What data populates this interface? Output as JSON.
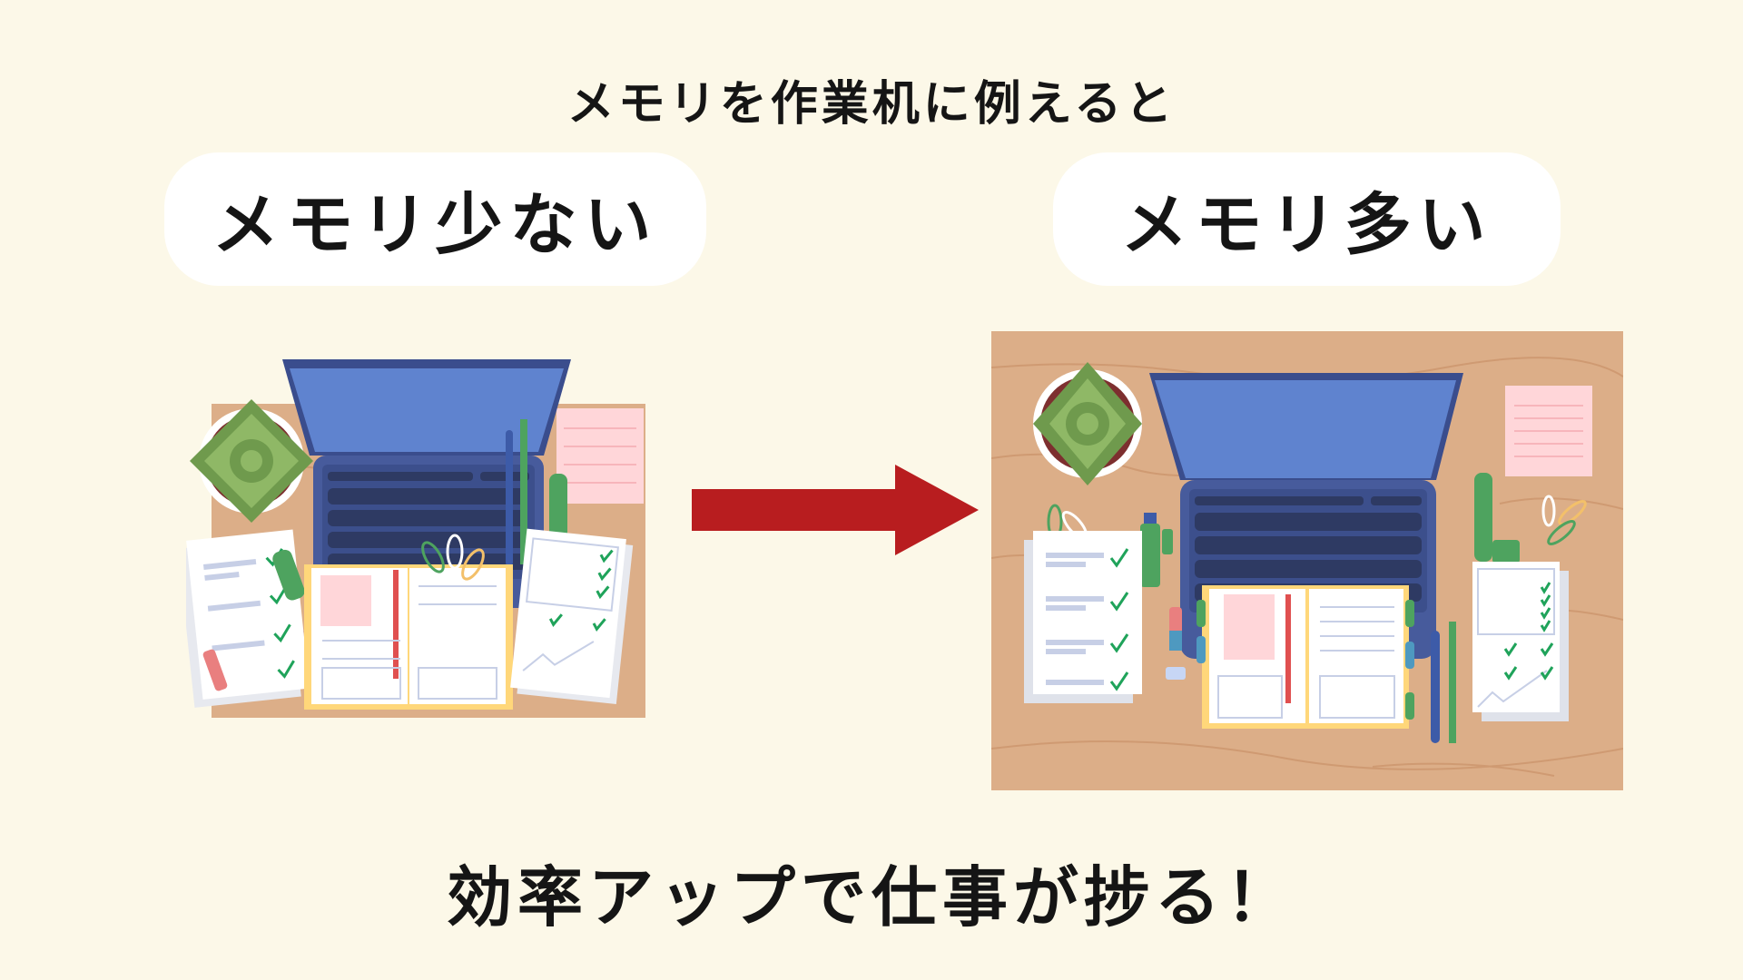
{
  "title": "メモリを作業机に例えると",
  "labels": {
    "small_memory": "メモリ少ない",
    "large_memory": "メモリ多い"
  },
  "conclusion": "効率アップで仕事が捗る！",
  "colors": {
    "background": "#fcf8e8",
    "pill": "#ffffff",
    "text": "#151515",
    "arrow": "#b81d1f",
    "desk": "#dcae88",
    "desk_grain": "#cf9a72",
    "laptop_body": "#475b9c",
    "laptop_screen": "#5f83cf",
    "laptop_keys": "#2e3a63",
    "plant": "#7ea55a",
    "sticky_note": "#ffd6d9",
    "notebook_cover": "#ffd77a",
    "check": "#1fa35a"
  },
  "illustrations": {
    "left": "small-cluttered-desk",
    "right": "large-organized-desk"
  },
  "arrow_icon": "right-arrow-icon"
}
